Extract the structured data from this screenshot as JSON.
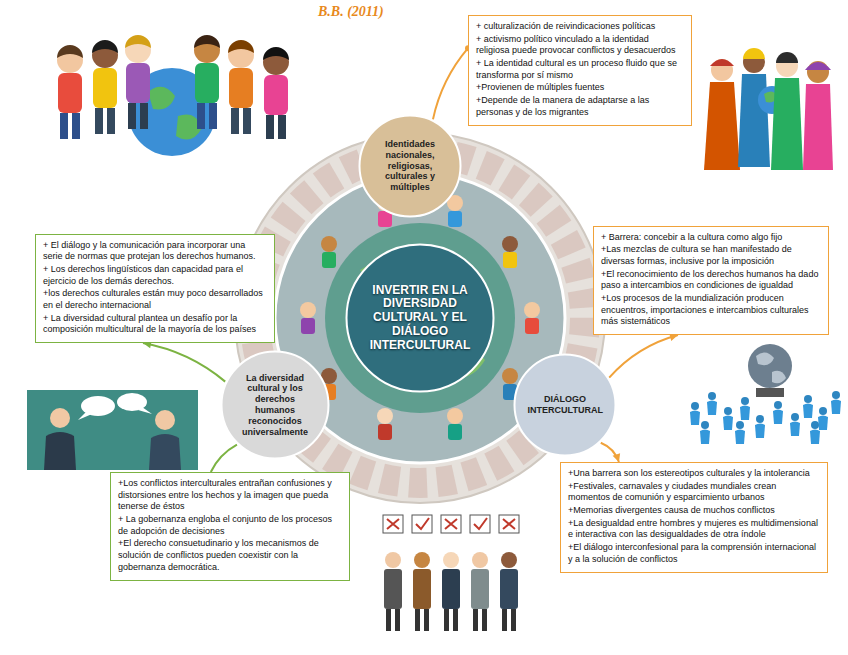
{
  "diagram": {
    "nodes": [
      {
        "text": [
          "Identidades nacionales, religiosas, culturales y múltiples"
        ]
      },
      {
        "text": [
          "+ culturalización de reivindicaciones políticas",
          "+ activismo político vinculado a la identidad religiosa puede provocar conflictos y desacuerdos",
          "+ La identidad cultural es un proceso fluido que se transforma por sí mismo",
          "+Provienen de múltiples fuentes",
          "+Depende de la manera de adaptarse a las personas y de los migrantes"
        ]
      },
      {
        "text": [
          "INVERTIR EN LA DIVERSIDAD CULTURAL Y EL DIÁLOGO INTERCULTURAL"
        ]
      },
      {
        "text": [
          "+ El diálogo y la comunicación para incorporar una serie de normas que protejan los derechos humanos.",
          "+ Los derechos lingüísticos dan capacidad para el ejercicio de los demás derechos.",
          "+los derechos culturales están muy poco desarrollados en el derecho internacional",
          "+ La diversidad cultural plantea un desafío por la composición multicultural de la mayoría de los países"
        ]
      },
      {
        "text": [
          "La diversidad cultural y los derechos humanos reconocidos universalmente"
        ]
      },
      {
        "text": [
          "+Los conflictos interculturales entrañan confusiones y distorsiones entre los hechos y la imagen que pueda tenerse de éstos",
          "+ La gobernanza engloba el conjunto de los procesos de adopción de decisiones",
          "+El derecho consuetudinario y los mecanismos de solución de conflictos pueden coexistir con la gobernanza democrática."
        ]
      },
      {
        "text": [
          "DIÁLOGO INTERCULTURAL"
        ]
      },
      {
        "text": [
          "+ Barrera: concebir a la cultura como algo fijo",
          "+Las mezclas de cultura se han manifestado de diversas formas, inclusive por la imposición",
          "+El reconocimiento de los derechos humanos ha dado paso a intercambios en condiciones de igualdad",
          "+Los procesos de la mundialización producen encuentros, importaciones e intercambios culturales más sistemáticos"
        ]
      },
      {
        "text": [
          "+Una barrera son los estereotipos culturales y la intolerancia",
          "+Festivales, carnavales y ciudades mundiales crean momentos de comunión y esparcimiento urbanos",
          "+Memorias divergentes causa de muchos conflictos",
          "+La desigualdad entre hombres y mujeres es multidimensional e interactiva con las desigualdades de otra índole",
          "+El diálogo interconfesional para la comprensión internacional y a la solución de conflictos"
        ]
      }
    ],
    "edges": [
      {
        "from": 0,
        "to": 1,
        "arrow": "none"
      },
      {
        "from": 4,
        "to": 3,
        "arrow": "to"
      },
      {
        "from": 4,
        "to": 5,
        "arrow": "none"
      },
      {
        "from": 6,
        "to": 7,
        "arrow": "to"
      },
      {
        "from": 6,
        "to": 8,
        "arrow": "to"
      }
    ],
    "labels": [
      "B.B. (2011)"
    ]
  }
}
